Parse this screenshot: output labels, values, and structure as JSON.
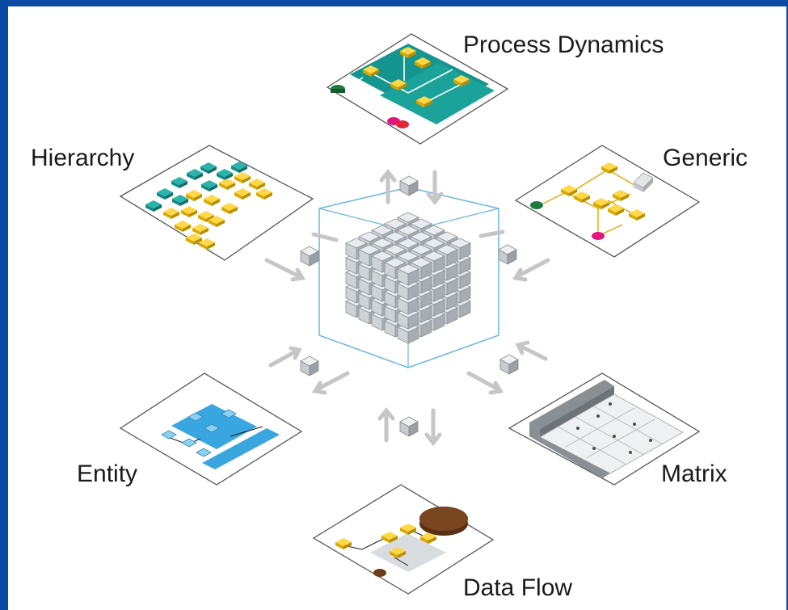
{
  "labels": {
    "process_dynamics": "Process Dynamics",
    "hierarchy": "Hierarchy",
    "generic": "Generic",
    "entity": "Entity",
    "matrix": "Matrix",
    "data_flow": "Data Flow"
  },
  "colors": {
    "background": "#0b4aa3",
    "panel": "#ffffff",
    "yellow": "#f2c200",
    "teal": "#14958f",
    "green": "#1f7a3f",
    "magenta": "#e0157e",
    "red": "#e3263a",
    "blue": "#3aa6e0",
    "brown": "#6b3b1a",
    "cube_outline": "#66b8e0",
    "cube_gray": "#b9bec2",
    "arrow_gray": "#c6c6c6"
  }
}
